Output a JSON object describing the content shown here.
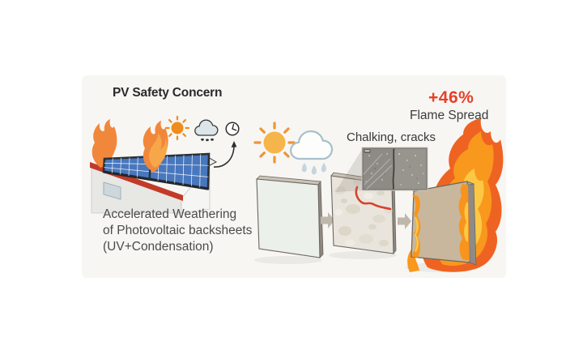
{
  "figure": {
    "title": "PV Safety Concern",
    "caption": {
      "line1": "Accelerated Weathering",
      "line2": "of Photovoltaic backsheets",
      "line3": "(UV+Condensation)"
    },
    "defect_label": "Chalking, cracks",
    "result": {
      "value": "+46%",
      "label": "Flame Spread"
    }
  },
  "icons": [
    {
      "name": "burning-house-solar-roof-illustration",
      "meaning": "PV rooftop fire hazard"
    },
    {
      "name": "sun-icon",
      "meaning": "UV exposure"
    },
    {
      "name": "rain-cloud-icon",
      "meaning": "condensation / humidity"
    },
    {
      "name": "clock-icon",
      "meaning": "time / aging"
    },
    {
      "name": "curved-arrow-icon",
      "meaning": "leads to accelerated weathering"
    },
    {
      "name": "sun-icon-large",
      "meaning": "UV weathering stress"
    },
    {
      "name": "rain-cloud-icon-large",
      "meaning": "condensation weathering stress"
    },
    {
      "name": "clean-backsheet-panel",
      "meaning": "pristine backsheet"
    },
    {
      "name": "right-arrow-icon",
      "meaning": "process step"
    },
    {
      "name": "weathered-backsheet-panel",
      "meaning": "chalked cracked backsheet"
    },
    {
      "name": "micrograph-inset",
      "meaning": "close-up of chalking and cracks"
    },
    {
      "name": "burning-backsheet-panel",
      "meaning": "weathered backsheet ignites"
    },
    {
      "name": "flame-icon",
      "meaning": "increased flame spread"
    }
  ],
  "colors": {
    "background": "#ffffff",
    "backdrop": "#f7f6f3",
    "accent_red": "#e8402a",
    "text_dark": "#2a2a2a",
    "text_gray": "#4b4b4b",
    "sun_orange": "#ee8c1c",
    "sun_yellow": "#f6b54a",
    "flame_orange": "#f8981d",
    "flame_yellow": "#fcc844",
    "flame_red_orange": "#ef6322",
    "roof_red": "#c23b28",
    "solar_panel_blue": "#4877bd",
    "panel_clean": "#ecf0ea",
    "panel_weathered": "#eae5dc",
    "panel_burnt_tan": "#c8b79d",
    "crack_red": "#d6432b",
    "arrow_gray": "#beb7ab"
  }
}
